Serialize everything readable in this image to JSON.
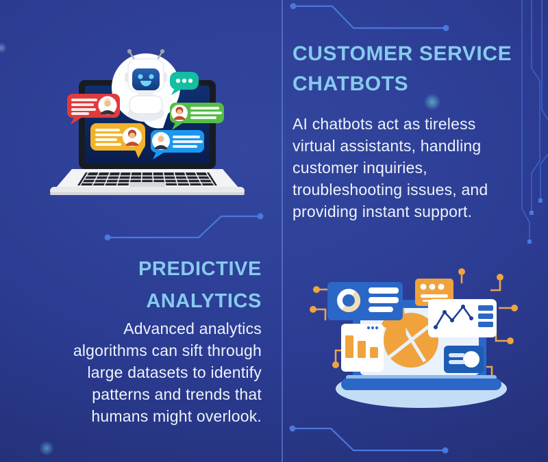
{
  "sections": {
    "customer_service": {
      "title_lines": [
        "CUSTOMER SERVICE",
        "CHATBOTS"
      ],
      "body_lines": [
        "AI chatbots act as tireless",
        "virtual assistants, handling",
        "customer inquiries,",
        "troubleshooting issues, and",
        "providing instant support."
      ]
    },
    "predictive_analytics": {
      "title_lines": [
        "PREDICTIVE",
        "ANALYTICS"
      ],
      "body_lines": [
        "Advanced analytics",
        "algorithms can sift through",
        "large datasets to identify",
        "patterns and trends that",
        "humans might overlook."
      ]
    }
  },
  "icons": {
    "left_illustration": "robot-chatbot-on-laptop-with-chat-bubbles",
    "right_illustration": "analytics-dashboard-with-pie-bar-line-charts",
    "decorations": [
      "circuit-trace-lines",
      "glow-dots",
      "column-divider"
    ]
  },
  "colors": {
    "background_center": "#33479f",
    "background_edge": "#1c2870",
    "heading_text": "#86cbee",
    "body_text": "#eef3fb",
    "divider": "#5f82dc",
    "circuit_blue": "#4a78dd",
    "accent_orange": "#f0a33c",
    "card_blue": "#2b67c7",
    "chart_navy": "#1d3e8e",
    "bubble_red": "#e03b3c",
    "bubble_yellow": "#f1b32b",
    "bubble_green": "#56bd47",
    "bubble_blue": "#1d96ef",
    "bubble_teal": "#12bfa2",
    "shadow_ellipse": "#c3ddf6"
  }
}
